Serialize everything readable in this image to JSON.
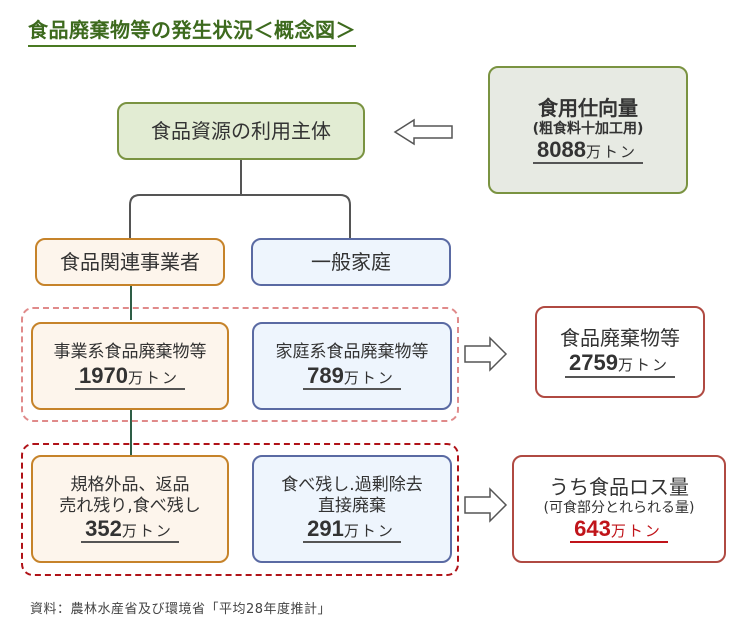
{
  "title": "食品廃棄物等の発生状況＜概念図＞",
  "nodes": {
    "food_resource_users": {
      "label": "食品資源の利用主体"
    },
    "food_supply": {
      "label": "食用仕向量",
      "sublabel": "(粗食料十加工用)",
      "amount": "8088",
      "unit": "万トン"
    },
    "food_businesses": {
      "label": "食品関連事業者"
    },
    "households": {
      "label": "一般家庭"
    },
    "business_waste": {
      "label": "事業系食品廃棄物等",
      "amount": "1970",
      "unit": "万トン"
    },
    "household_waste": {
      "label": "家庭系食品廃棄物等",
      "amount": "789",
      "unit": "万トン"
    },
    "total_waste": {
      "label": "食品廃棄物等",
      "amount": "2759",
      "unit": "万トン"
    },
    "business_loss": {
      "line1": "規格外品、返品",
      "line2": "売れ残り,食べ残し",
      "amount": "352",
      "unit": "万トン"
    },
    "household_loss": {
      "line1": "食べ残し.過剰除去",
      "line2": "直接廃棄",
      "amount": "291",
      "unit": "万トン"
    },
    "total_loss": {
      "label": "うち食品ロス量",
      "sublabel": "(可食部分とれられる量)",
      "amount": "643",
      "unit": "万トン"
    }
  },
  "source": "資料：農林水産省及び環境省「平均28年度推計」",
  "colors": {
    "title": "#3d6a1e",
    "highlight_amount": "#c0141a"
  }
}
